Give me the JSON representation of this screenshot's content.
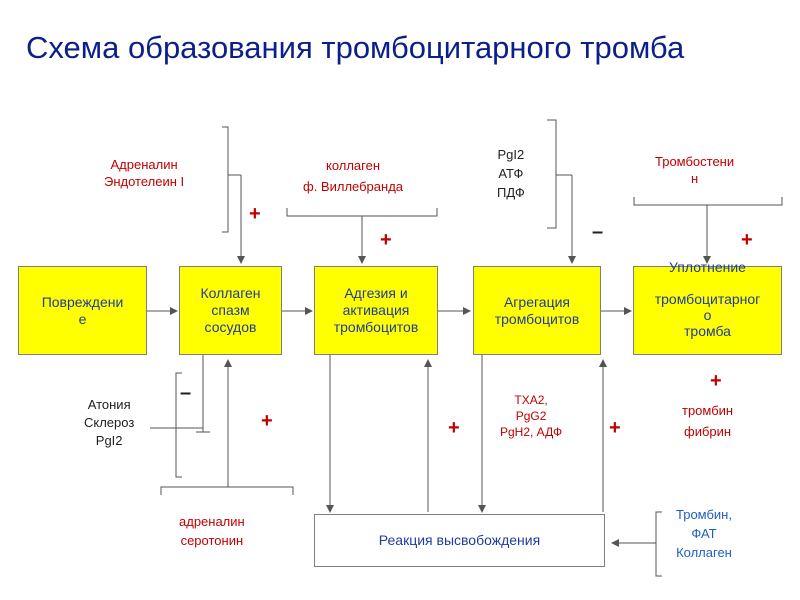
{
  "title": "Схема образования тромбоцитарного тромба",
  "boxes": {
    "damage": "Повреждени\nе",
    "collagen_spasm": "Коллаген\nспазм\nсосудов",
    "adhesion": "Адгезия и\nактивация\nтромбоцитов",
    "aggregation": "Агрегация\nтромбоцитов",
    "consolidation": "Уплотнение\n\nтромбоцитарног\nо\nтромба",
    "release": "Реакция высвобождения"
  },
  "labels": {
    "adrenaline_endothelin": "Адреналин\nЭндотелеин I",
    "collagen_willebrand": "коллаген\nф. Виллебранда",
    "pgi2_atp_adp": "PgI2\nАТФ\nПДФ",
    "thrombosthenin": "Тромбостени\nн",
    "atony": "Атония\nСклероз\nPgI2",
    "adrenaline_serotonin": "адреналин\nсеротонин",
    "txa2": "TXA2,\nPgG2\nPgH2, АДФ",
    "thrombin_fibrin": "тромбин\nфибрин",
    "thrombin_fat": "Тромбин,\nФАТ\nКоллаген"
  },
  "signs": {
    "plus": "+",
    "minus": "–"
  },
  "colors": {
    "box_fill": "#ffff00",
    "box_text": "#1f3c9e",
    "red_text": "#c00000",
    "blue_text": "#1f5fbf",
    "title": "#0b1f8a"
  }
}
